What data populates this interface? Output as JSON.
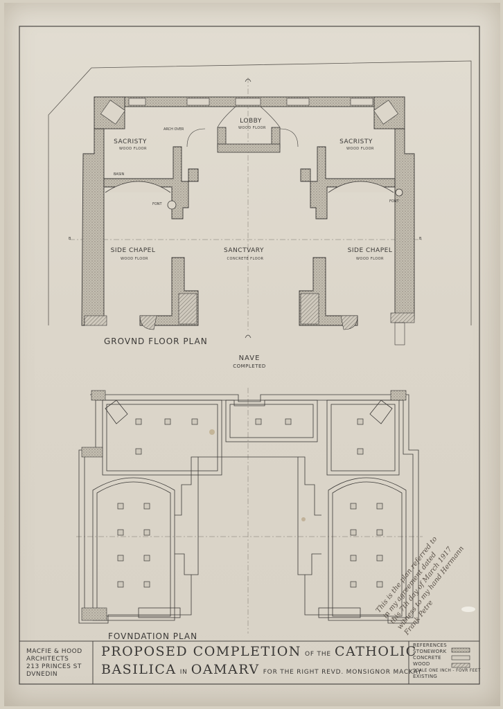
{
  "plan": {
    "rooms": {
      "lobby": "LOBBY",
      "lobby_floor": "WOOD FLOOR",
      "arch_over": "ARCH OVER",
      "sacristy_left": "SACRISTY",
      "sacristy_left_floor": "WOOD FLOOR",
      "sacristy_right": "SACRISTY",
      "sacristy_right_floor": "WOOD FLOOR",
      "basin": "BASIN",
      "font_left": "FONT",
      "font_right": "FONT",
      "side_chapel_left": "SIDE CHAPEL",
      "side_chapel_left_floor": "WOOD FLOOR",
      "sanctuary": "SANCTVARY",
      "sanctuary_floor": "CONCRETE FLOOR",
      "side_chapel_right": "SIDE CHAPEL",
      "side_chapel_right_floor": "WOOD FLOOR"
    },
    "section_markers": {
      "left": "B",
      "right": "B"
    },
    "ground_floor_title": "GROVND FLOOR PLAN",
    "nave": "NAVE",
    "nave_sub": "COMPLETED",
    "foundation_title": "FOVNDATION PLAN"
  },
  "title_block": {
    "architects": [
      "MACFIE & HOOD",
      "ARCHITECTS",
      "213 PRINCES ST",
      "DVNEDIN"
    ],
    "title_line1": "PROPOSED COMPLETION",
    "title_of_the": "OF THE",
    "title_catholic": "CATHOLIC",
    "title_basilica": "BASILICA",
    "title_in": "IN",
    "title_oamaru": "OAMARV",
    "title_for": "FOR THE RIGHT REVD. MONSIGNOR MACKAY",
    "legend": {
      "heading": "REFERENCES",
      "items": [
        "STONEWORK",
        "CONCRETE",
        "WOOD"
      ],
      "scale": "SCALE ONE INCH - FOVR FEET",
      "existing": "EXISTING"
    }
  },
  "annotation": {
    "line1": "This is the plan referred to",
    "line2": "in my agreement dated",
    "line3": "this 7th day of March 1917",
    "line4": "witness to my hand Hermann",
    "line5": "Frank Petre"
  },
  "colors": {
    "paper": "#dcd6ca",
    "ink": "#3a3836",
    "stone_fill": "#b8b2a6"
  }
}
